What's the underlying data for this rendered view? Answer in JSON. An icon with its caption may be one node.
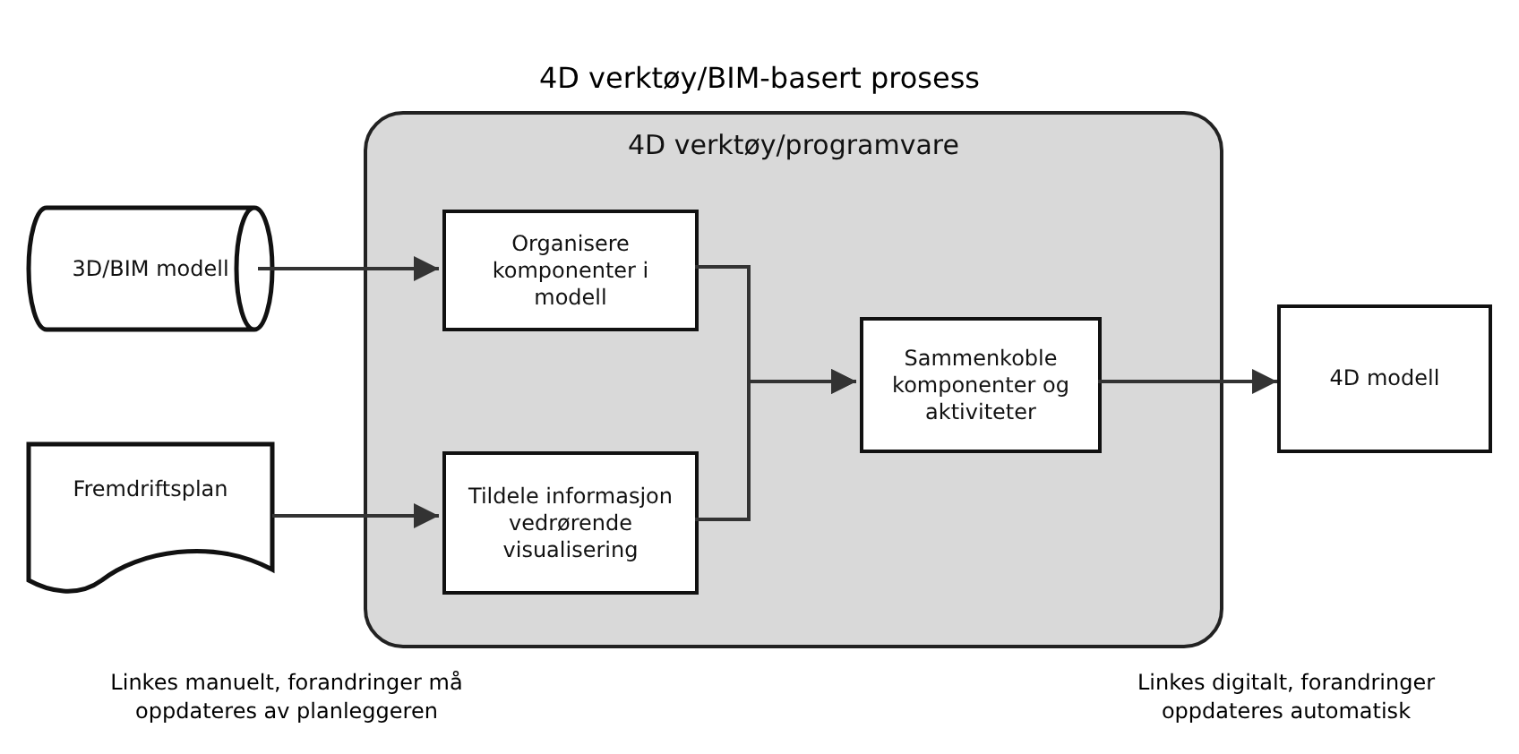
{
  "diagram": {
    "title": "4D verktøy/BIM-basert prosess",
    "nodes": [
      {
        "text": [
          "3D/BIM modell"
        ]
      },
      {
        "text": [
          "Fremdriftsplan"
        ]
      },
      {
        "text": [
          "4D verktøy/programvare"
        ]
      },
      {
        "text": [
          "Organisere komponenter i modell"
        ],
        "in": 2
      },
      {
        "text": [
          "Tildele informasjon vedrørende visualisering"
        ],
        "in": 2
      },
      {
        "text": [
          "Sammenkoble komponenter og aktiviteter"
        ],
        "in": 2
      },
      {
        "text": [
          "4D modell"
        ]
      }
    ],
    "edges": [
      {
        "from": 0,
        "to": 3,
        "arrow": "to"
      },
      {
        "from": 1,
        "to": 4,
        "arrow": "to"
      },
      {
        "from": 3,
        "to": 5,
        "arrow": "to"
      },
      {
        "from": 4,
        "to": 5,
        "arrow": "to"
      },
      {
        "from": 5,
        "to": 6,
        "arrow": "to"
      }
    ],
    "labels": [
      "Linkes manuelt, forandringer må oppdateres av planleggeren",
      "Linkes digitalt, forandringer oppdateres automatisk"
    ]
  }
}
